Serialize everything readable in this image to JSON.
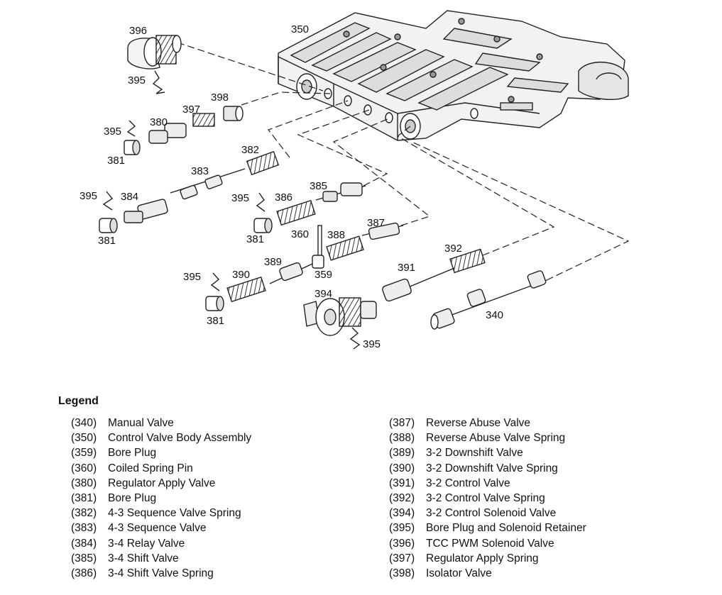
{
  "callouts": {
    "c396": "396",
    "c350": "350",
    "c395a": "395",
    "c398": "398",
    "c397": "397",
    "c380": "380",
    "c395b": "395",
    "c381a": "381",
    "c382": "382",
    "c383": "383",
    "c395c": "395",
    "c384": "384",
    "c381b": "381",
    "c385": "385",
    "c395d": "395",
    "c386": "386",
    "c387": "387",
    "c360": "360",
    "c388": "388",
    "c381c": "381",
    "c392": "392",
    "c389": "389",
    "c391": "391",
    "c395e": "395",
    "c390": "390",
    "c359": "359",
    "c394": "394",
    "c340": "340",
    "c381d": "381",
    "c395f": "395"
  },
  "legend": {
    "title": "Legend",
    "left": [
      {
        "num": "(340)",
        "label": "Manual Valve"
      },
      {
        "num": "(350)",
        "label": "Control Valve Body Assembly"
      },
      {
        "num": "(359)",
        "label": "Bore Plug"
      },
      {
        "num": "(360)",
        "label": "Coiled Spring Pin"
      },
      {
        "num": "(380)",
        "label": "Regulator Apply Valve"
      },
      {
        "num": "(381)",
        "label": "Bore Plug"
      },
      {
        "num": "(382)",
        "label": "4-3 Sequence Valve Spring"
      },
      {
        "num": "(383)",
        "label": "4-3 Sequence Valve"
      },
      {
        "num": "(384)",
        "label": "3-4 Relay Valve"
      },
      {
        "num": "(385)",
        "label": "3-4 Shift Valve"
      },
      {
        "num": "(386)",
        "label": "3-4 Shift Valve Spring"
      }
    ],
    "right": [
      {
        "num": "(387)",
        "label": "Reverse Abuse Valve"
      },
      {
        "num": "(388)",
        "label": "Reverse Abuse Valve Spring"
      },
      {
        "num": "(389)",
        "label": "3-2 Downshift Valve"
      },
      {
        "num": "(390)",
        "label": "3-2 Downshift Valve Spring"
      },
      {
        "num": "(391)",
        "label": "3-2 Control Valve"
      },
      {
        "num": "(392)",
        "label": "3-2 Control Valve Spring"
      },
      {
        "num": "(394)",
        "label": "3-2 Control Solenoid Valve"
      },
      {
        "num": "(395)",
        "label": "Bore Plug and Solenoid Retainer"
      },
      {
        "num": "(396)",
        "label": "TCC PWM Solenoid Valve"
      },
      {
        "num": "(397)",
        "label": "Regulator Apply Spring"
      },
      {
        "num": "(398)",
        "label": "Isolator Valve"
      }
    ]
  }
}
